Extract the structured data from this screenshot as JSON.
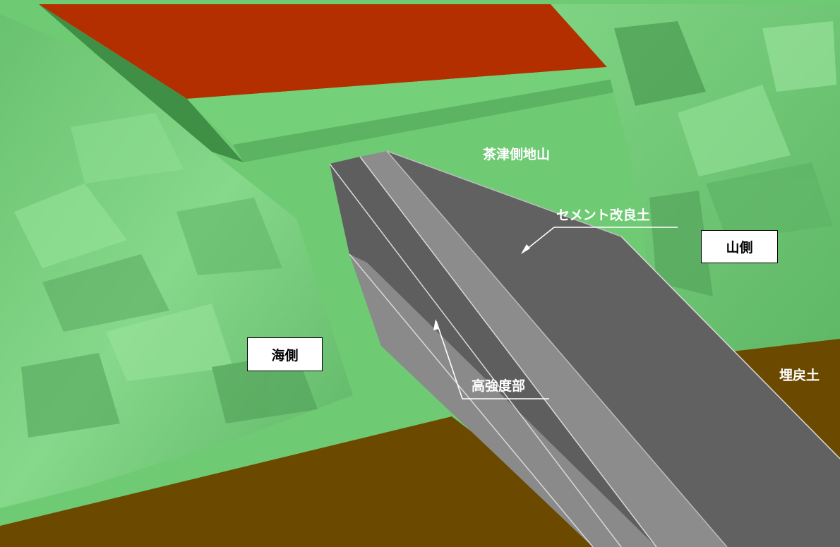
{
  "labels": {
    "chazu_ground": "茶津側地山",
    "cement_soil": "セメント改良土",
    "mountain_side": "山側",
    "sea_side": "海側",
    "high_strength": "高強度部",
    "backfill": "埋戻土"
  },
  "colors": {
    "green_ground": "#6ecb74",
    "green_dark": "#3f8f47",
    "red_layer": "#b42f00",
    "backfill_brown": "#6b4a00",
    "gray_dark": "#5e5e5e",
    "gray_mid": "#7a7a7a",
    "gray_light": "#999999"
  }
}
